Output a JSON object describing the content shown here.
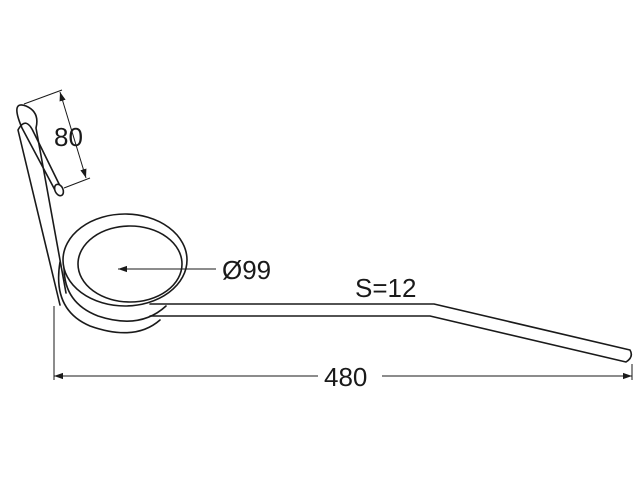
{
  "labels": {
    "height": "80",
    "diameter": "Ø99",
    "thickness": "S=12",
    "length": "480"
  },
  "colors": {
    "line": "#1a1a1a",
    "background": "#ffffff"
  }
}
